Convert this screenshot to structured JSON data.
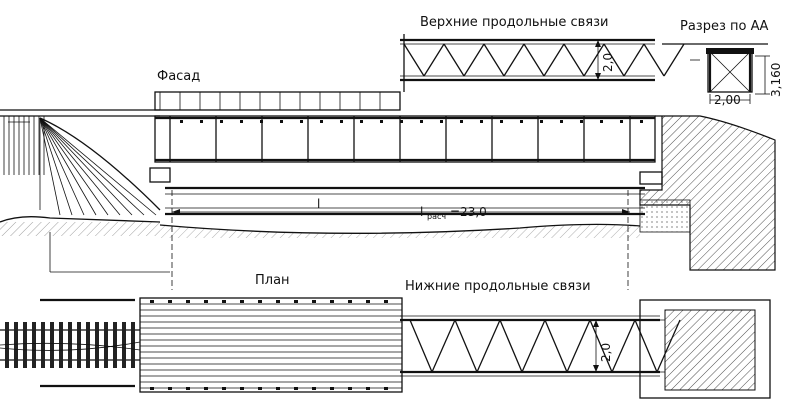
{
  "labels": {
    "facade": "Фасад",
    "plan": "План",
    "upper_bracing": "Верхние продольные связи",
    "lower_bracing": "Нижние продольные связи",
    "section_aa": "Разрез по АА"
  },
  "dimensions": {
    "upper_truss_height": "2,0",
    "lower_truss_height": "2,0",
    "section_width": "2,00",
    "section_height": "3,160",
    "span_symbol": "l",
    "span_subscript": "расч",
    "span_value": "=23,0"
  }
}
